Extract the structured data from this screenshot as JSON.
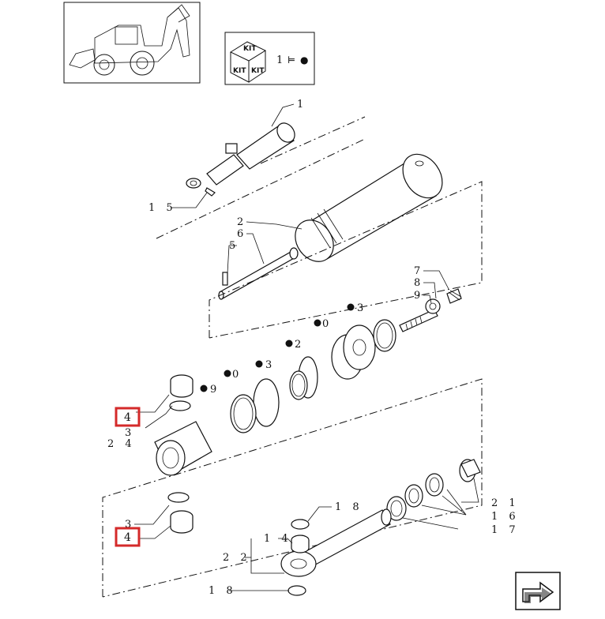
{
  "kit_box": {
    "kit_labels": [
      "KIT",
      "KIT",
      "KIT"
    ],
    "qty": "1",
    "symbol": "⊨",
    "bullet": "●"
  },
  "callouts": [
    {
      "id": "1",
      "text": "1"
    },
    {
      "id": "15",
      "text": "1 5"
    },
    {
      "id": "2",
      "text": "2"
    },
    {
      "id": "6",
      "text": "6"
    },
    {
      "id": "5",
      "text": "5"
    },
    {
      "id": "7",
      "text": "7"
    },
    {
      "id": "8",
      "text": "8"
    },
    {
      "id": "9a",
      "text": "9"
    },
    {
      "id": "13a",
      "text": "3"
    },
    {
      "id": "10",
      "text": "0"
    },
    {
      "id": "12",
      "text": "2"
    },
    {
      "id": "20",
      "text": "0"
    },
    {
      "id": "13b",
      "text": "3"
    },
    {
      "id": "19",
      "text": "9"
    },
    {
      "id": "24",
      "text": "2 4"
    },
    {
      "id": "3a",
      "text": "3"
    },
    {
      "id": "3b",
      "text": "3"
    },
    {
      "id": "21",
      "text": "2 1"
    },
    {
      "id": "16",
      "text": "1 6"
    },
    {
      "id": "17",
      "text": "1 7"
    },
    {
      "id": "18a",
      "text": "1 8"
    },
    {
      "id": "14",
      "text": "1 4"
    },
    {
      "id": "22",
      "text": "2 2"
    },
    {
      "id": "18b",
      "text": "1 8"
    }
  ],
  "highlighted": [
    {
      "text": "4"
    },
    {
      "text": "4"
    }
  ],
  "colors": {
    "highlight": "#d42a2a",
    "ink": "#111111"
  },
  "icons": {
    "machine": "backhoe-loader-icon",
    "nav": "next-page-arrow-icon"
  }
}
